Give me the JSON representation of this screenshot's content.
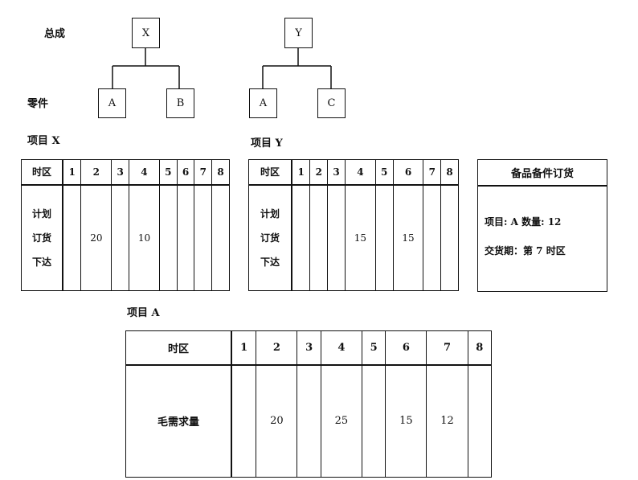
{
  "trees": {
    "assembly_label": "总成",
    "parts_label": "零件",
    "x": {
      "parent": "X",
      "children": [
        "A",
        "B"
      ]
    },
    "y": {
      "parent": "Y",
      "children": [
        "A",
        "C"
      ]
    }
  },
  "table_x": {
    "caption": "项目 X",
    "header_label": "时区",
    "periods": [
      "1",
      "2",
      "3",
      "4",
      "5",
      "6",
      "7",
      "8"
    ],
    "row_label": [
      "计划",
      "订货",
      "下达"
    ],
    "values": [
      "",
      "20",
      "",
      "10",
      "",
      "",
      "",
      ""
    ]
  },
  "table_y": {
    "caption": "项目 Y",
    "header_label": "时区",
    "periods": [
      "1",
      "2",
      "3",
      "4",
      "5",
      "6",
      "7",
      "8"
    ],
    "row_label": [
      "计划",
      "订货",
      "下达"
    ],
    "values": [
      "",
      "",
      "",
      "15",
      "",
      "15",
      "",
      ""
    ]
  },
  "spare_order": {
    "title": "备品备件订货",
    "item_line": "项目:  A    数量:   12",
    "due_line": "交货期：第 7 时区"
  },
  "table_a": {
    "caption": "项目 A",
    "header_label": "时区",
    "periods": [
      "1",
      "2",
      "3",
      "4",
      "5",
      "6",
      "7",
      "8"
    ],
    "row_label": "毛需求量",
    "values": [
      "",
      "20",
      "",
      "25",
      "",
      "15",
      "12",
      ""
    ]
  }
}
